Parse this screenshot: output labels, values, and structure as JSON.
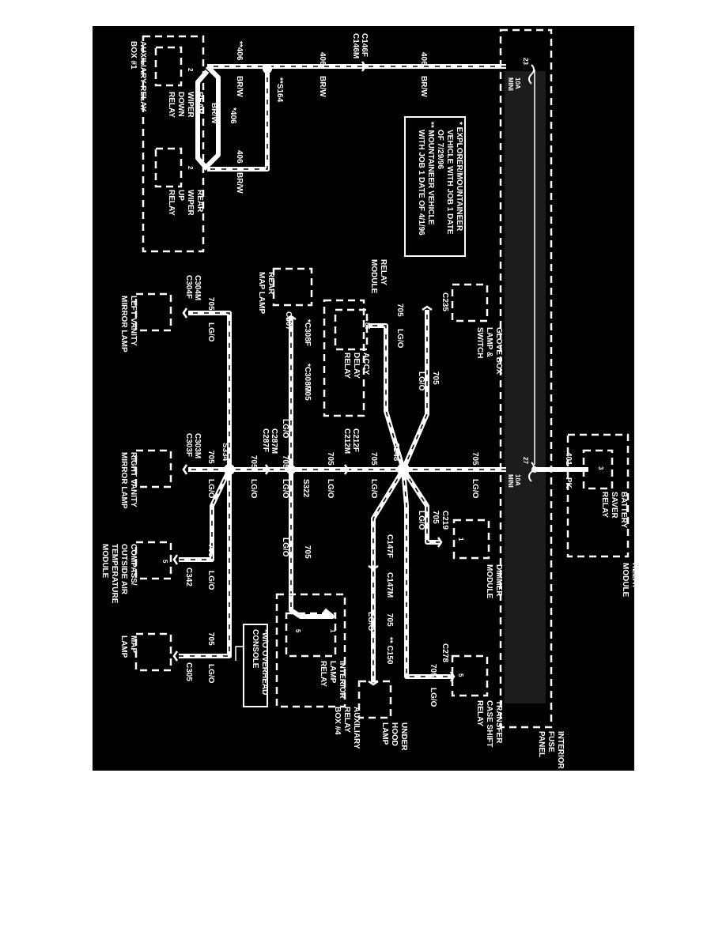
{
  "aux_relay_box_1": {
    "title_line1": "AUXILIARY RELAY",
    "title_line2": "BOX #1",
    "down_relay": {
      "line1": "REAR",
      "line2": "WIPER",
      "line3": "DOWN",
      "line4": "RELAY",
      "pin": "2"
    },
    "up_relay": {
      "line1": "REAR",
      "line2": "WIPER",
      "line3": "UP",
      "line4": "RELAY",
      "pin": "2"
    }
  },
  "splice_s164": "**S164",
  "wires": {
    "c406_upper": "**406",
    "br_w": "BR/W",
    "w406": "406",
    "c406_star": "*406",
    "w705": "705",
    "lg_o": "LG/O",
    "w401": "401",
    "pk": "PK"
  },
  "connectors": {
    "c146f": "C146F",
    "c146m": "C146M",
    "c235": "C235",
    "c304m": "C304M",
    "c304f": "C304F",
    "c307": "C307",
    "c308f": "*C308F",
    "c308m": "*C308M",
    "c287m": "C287M",
    "c287f": "C287F",
    "c212f": "C212F",
    "c212m": "C212M",
    "c303m": "C303M",
    "c303f": "C303F",
    "c219": "C219",
    "c147f": "C147F",
    "c147m": "C147M",
    "c342": "C342",
    "c150": "** C150",
    "c278": "C278",
    "c305": "C305"
  },
  "splices": {
    "s248": "S248",
    "s334": "S334",
    "s322": "S322"
  },
  "notes": {
    "line1": "*   EXPLORER/MOUNTAINEER",
    "line2": "VEHICLE WITH JOB 1 DATE",
    "line3": "OF 7/29/96",
    "line4": "**  MOUNTAINEER VEHICLE",
    "line5": "WITH JOB 1 DATE OF 4/1/96"
  },
  "fuse_panel": {
    "line1": "INTERIOR",
    "line2": "FUSE",
    "line3": "PANEL",
    "fuse_23_no": "23",
    "fuse_23_amp": "10A",
    "fuse_23_type": "MINI",
    "fuse_27_no": "27",
    "fuse_27_amp": "10A",
    "fuse_27_type": "MINI"
  },
  "components": {
    "relay_module_left": {
      "line1": "RELAY",
      "line2": "MODULE"
    },
    "accy_delay_relay": {
      "line1": "ACCY",
      "line2": "DELAY",
      "line3": "RELAY",
      "pin": "86"
    },
    "glove_box": {
      "line1": "GLOVE BOX",
      "line2": "LAMP &",
      "line3": "SWITCH"
    },
    "rear_map_lamp": {
      "line1": "REAR",
      "line2": "MAP LAMP"
    },
    "left_vanity": {
      "line1": "LEFT VANITY",
      "line2": "MIRROR LAMP"
    },
    "right_vanity": {
      "line1": "RIGHT VANITY",
      "line2": "MIRROR LAMP"
    },
    "battery_saver": {
      "line1": "BATTERY",
      "line2": "SAVER",
      "line3": "RELAY",
      "pin": "3"
    },
    "relay_module_right": {
      "line1": "RELAY",
      "line2": "MODULE"
    },
    "dimmer_module": {
      "line1": "DIMMER",
      "line2": "MODULE",
      "pin": "1"
    },
    "compass": {
      "line1": "COMPASS/",
      "line2": "OUTSIDE AIR",
      "line3": "TEMPERATURE",
      "line4": "MODULE",
      "pin": "5"
    },
    "map_lamp": {
      "line1": "MAP",
      "line2": "LAMP"
    },
    "overhead_note": {
      "line1": "*W/O OVERHEAD",
      "line2": "CONSOLE"
    },
    "interior_lamp_relay": {
      "line1": "INTERIOR",
      "line2": "LAMP",
      "line3": "RELAY",
      "pin_a": "1",
      "pin_b": "5"
    },
    "aux_relay_box_4": {
      "line1": "AUXILIARY",
      "line2": "RELAY",
      "line3": "BOX #4"
    },
    "under_hood_lamp": {
      "line1": "UNDER",
      "line2": "HOOD",
      "line3": "LAMP"
    },
    "transfer_case": {
      "line1": "TRANSFER",
      "line2": "CASE SHIFT",
      "line3": "RELAY",
      "pin": "5"
    }
  }
}
